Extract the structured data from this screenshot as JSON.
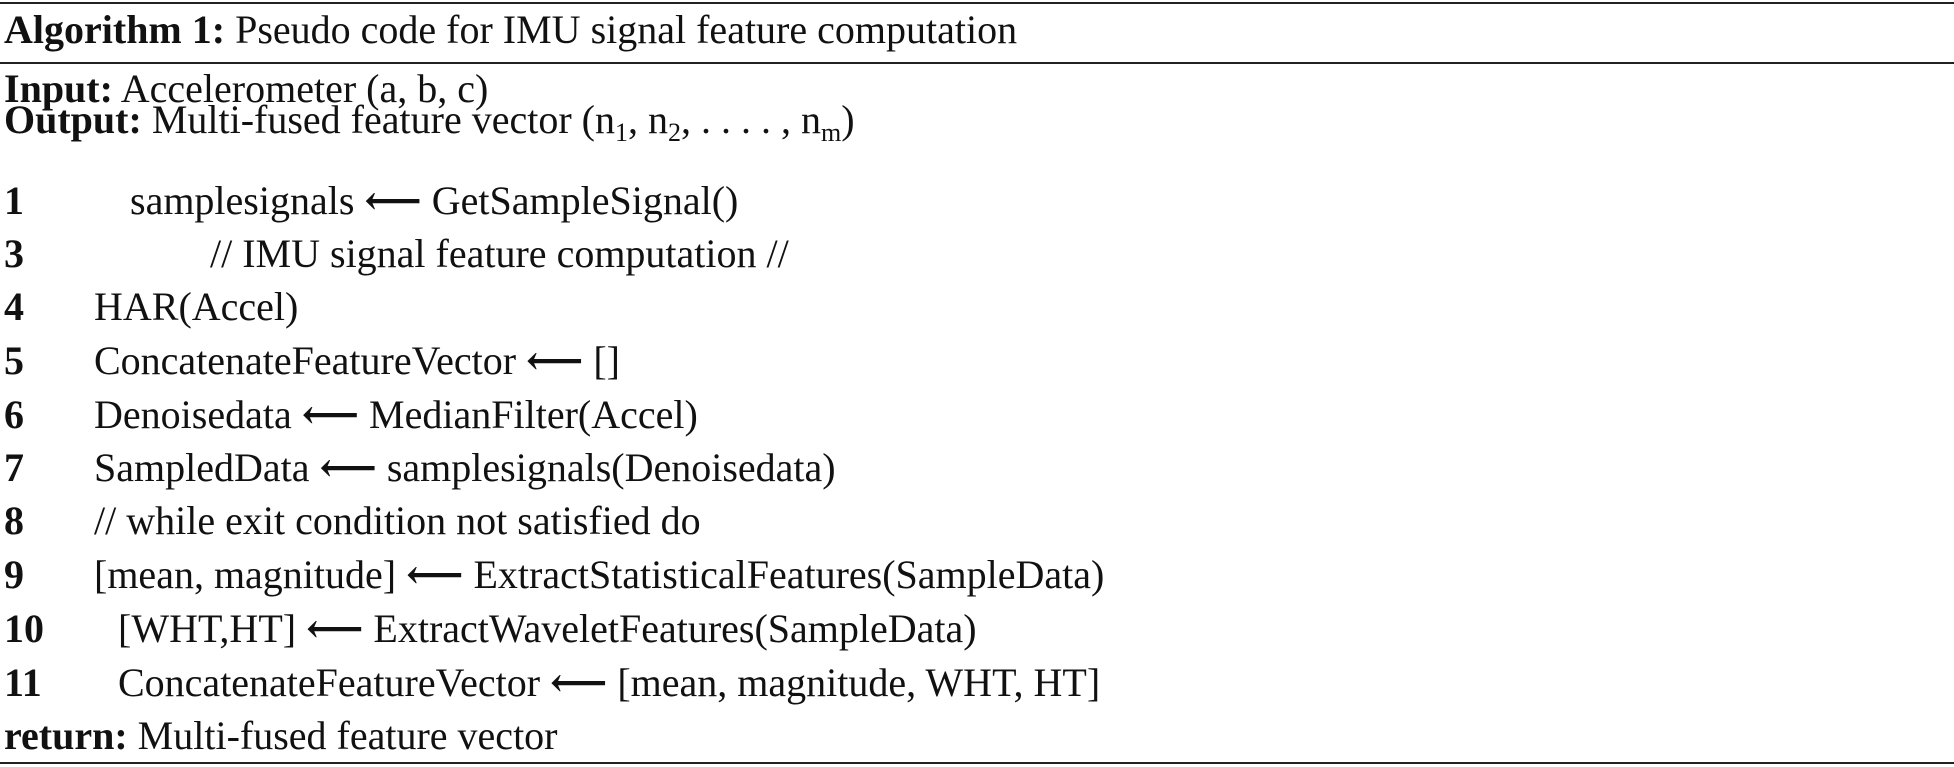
{
  "algorithm": {
    "heading_label": "Algorithm 1:",
    "heading_text": "Pseudo code for IMU signal feature computation",
    "input_label": "Input:",
    "input_text": "Accelerometer (a, b, c)",
    "output_label": "Output:",
    "output_text_prefix": "Multi-fused feature vector (n",
    "output_sub_1": "1",
    "output_sep_1": ", n",
    "output_sub_2": "2",
    "output_sep_2": ", . . . . , n",
    "output_sub_m": "m",
    "output_close": ")",
    "arrow_glyph": "⟵",
    "steps": [
      {
        "num": "1",
        "left": "samplesignals",
        "right": "GetSampleSignal()"
      },
      {
        "num": "3",
        "text": "// IMU signal feature computation //"
      },
      {
        "num": "4",
        "text": "HAR(Accel)"
      },
      {
        "num": "5",
        "left": "ConcatenateFeatureVector",
        "right": "[]"
      },
      {
        "num": "6",
        "left": "Denoisedata",
        "right": "MedianFilter(Accel)"
      },
      {
        "num": "7",
        "left": "SampledData",
        "right": "samplesignals(Denoisedata)"
      },
      {
        "num": "8",
        "text": "// while exit condition not satisfied do"
      },
      {
        "num": "9",
        "left": "[mean, magnitude]",
        "right": "ExtractStatisticalFeatures(SampleData)"
      },
      {
        "num": "10",
        "left": "[WHT,HT]",
        "right": "ExtractWaveletFeatures(SampleData)"
      },
      {
        "num": "11",
        "left": "ConcatenateFeatureVector",
        "right": "[mean, magnitude, WHT, HT]"
      }
    ],
    "return_label": "return:",
    "return_text": "Multi-fused feature vector"
  }
}
